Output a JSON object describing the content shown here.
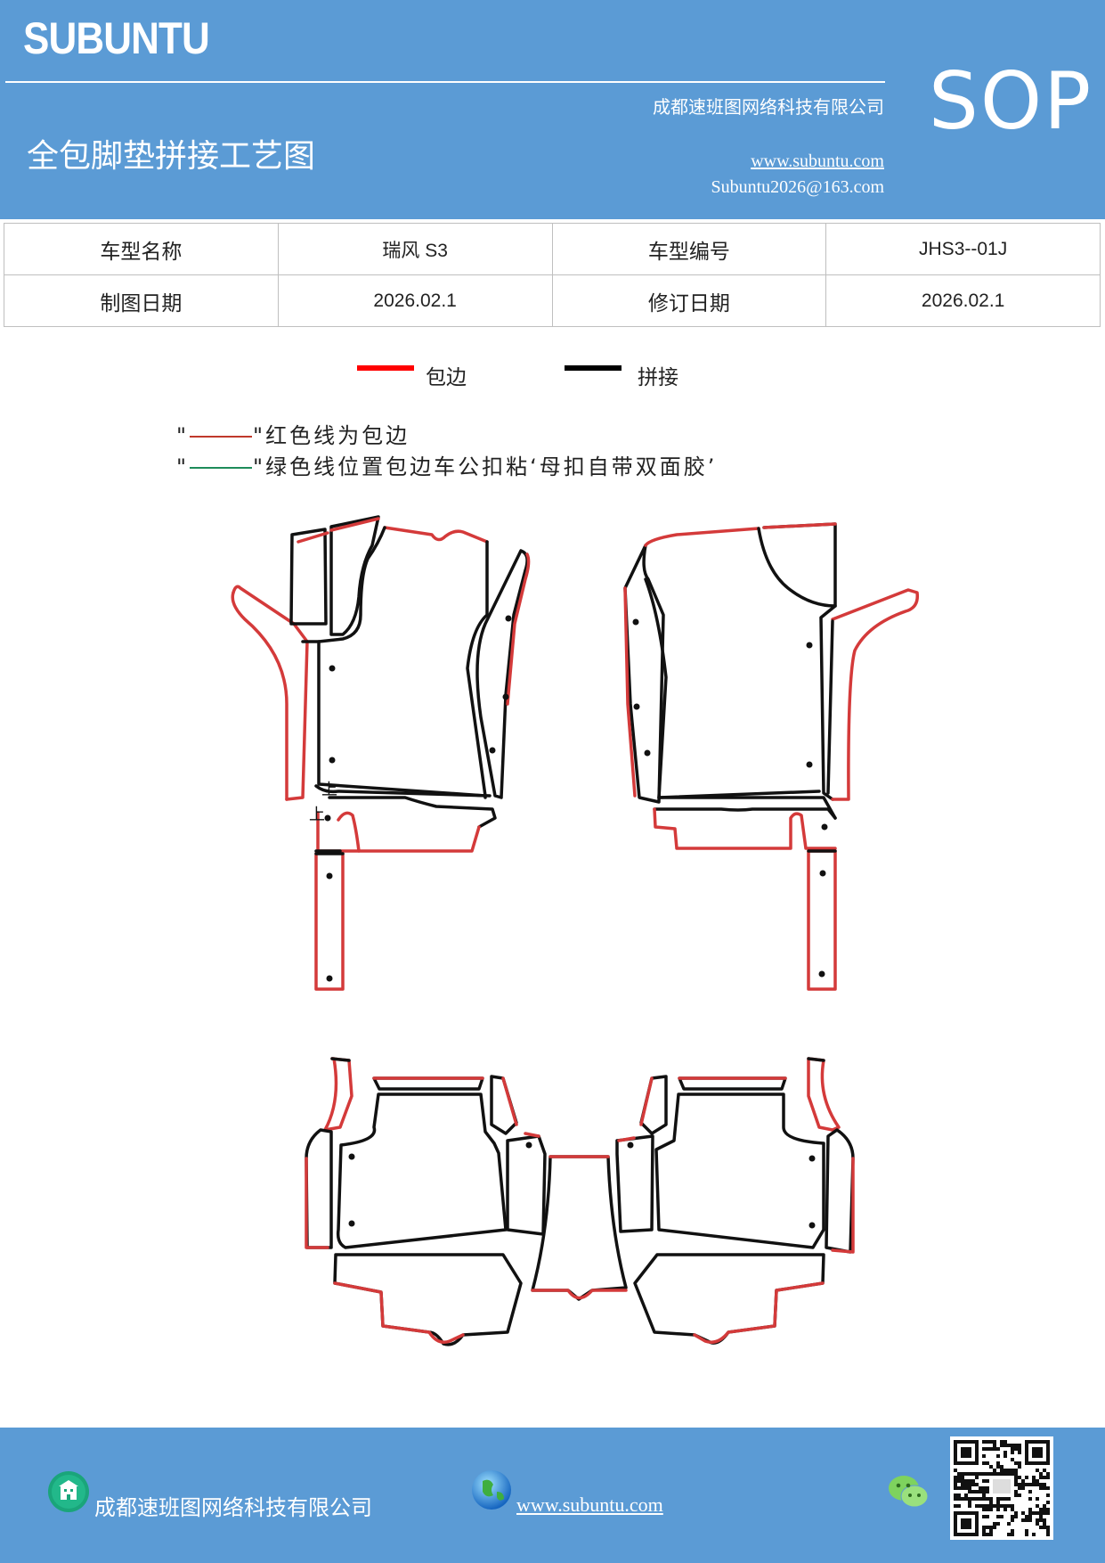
{
  "header": {
    "brand": "SUBUNTU",
    "company": "成都速班图网络科技有限公司",
    "title": "全包脚垫拼接工艺图",
    "url": "www.subuntu.com",
    "email": "Subuntu2026@163.com",
    "badge": "SOP"
  },
  "info_table": {
    "model_name_label": "车型名称",
    "model_name": "瑞风 S3",
    "model_code_label": "车型编号",
    "model_code": "JHS3--01J",
    "draw_date_label": "制图日期",
    "draw_date": "2026.02.1",
    "revise_date_label": "修订日期",
    "revise_date": "2026.02.1"
  },
  "legend": {
    "edge_label": "包边",
    "edge_color": "#ff0000",
    "joint_label": "拼接",
    "joint_color": "#000000"
  },
  "notes": {
    "red_quote_open": "\"",
    "red_text": "\"红色线为包边",
    "green_quote_open": "\"",
    "green_text": "\"绿色线位置包边车公扣粘‘母扣自带双面胶’",
    "red_color": "#c0392b",
    "green_color": "#1e8c5a"
  },
  "drawing": {
    "mark_up": "上"
  },
  "footer": {
    "company": "成都速班图网络科技有限公司",
    "url": "www.subuntu.com",
    "icons": [
      "building-icon",
      "globe-icon",
      "wechat-icon",
      "qr-code"
    ]
  }
}
